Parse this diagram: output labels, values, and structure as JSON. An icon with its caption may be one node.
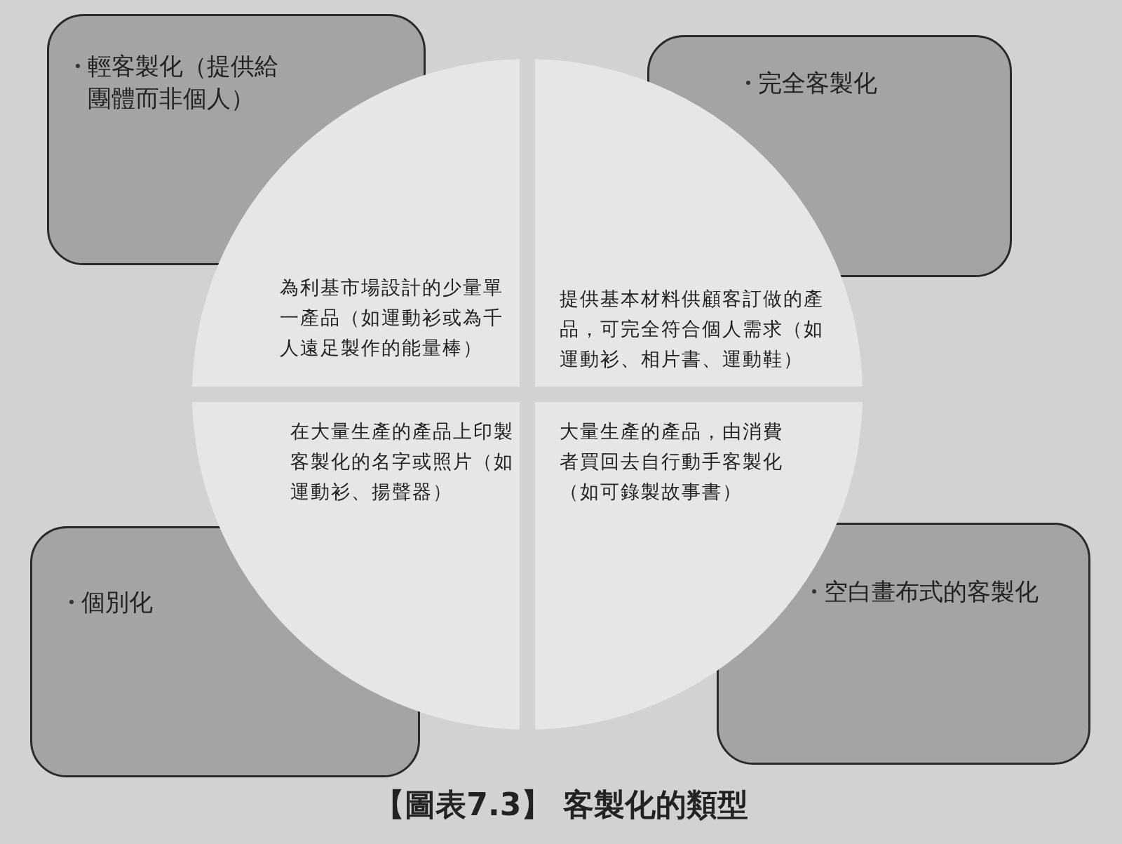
{
  "diagram": {
    "caption": "【圖表7.3】 客製化的類型",
    "nodes": [
      {
        "text": [
          "輕客製化（提供給團體而非個人）"
        ]
      },
      {
        "text": [
          "完全客製化"
        ]
      },
      {
        "text": [
          "為利基市場設計的少量單一產品（如運動衫或為千人遠足製作的能量棒）"
        ]
      },
      {
        "text": [
          "提供基本材料供顧客訂做的產品，可完全符合個人需求（如運動衫、相片書、運動鞋）"
        ]
      },
      {
        "text": [
          "在大量生產的產品上印製客製化的名字或照片（如運動衫、揚聲器）"
        ]
      },
      {
        "text": [
          "大量生產的產品，由消費者買回去自行動手客製化（如可錄製故事書）"
        ]
      },
      {
        "text": [
          "個別化"
        ]
      },
      {
        "text": [
          "空白畫布式的客製化"
        ]
      }
    ]
  }
}
